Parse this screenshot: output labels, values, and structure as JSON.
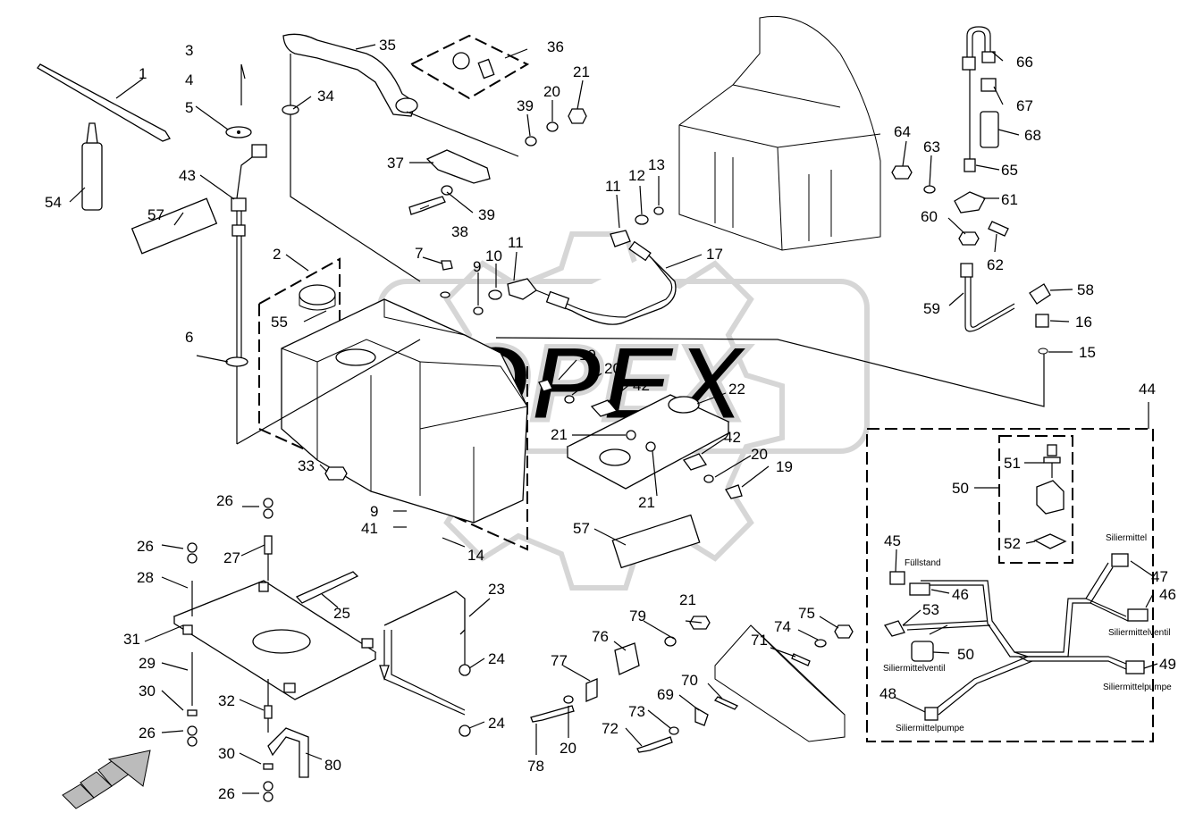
{
  "watermark": "OPEX",
  "callouts": {
    "c1": "1",
    "c2": "2",
    "c3": "3",
    "c4": "4",
    "c5": "5",
    "c6": "6",
    "c7": "7",
    "c9a": "9",
    "c9b": "9",
    "c10": "10",
    "c11a": "11",
    "c11b": "11",
    "c12": "12",
    "c13": "13",
    "c14": "14",
    "c15": "15",
    "c16": "16",
    "c17": "17",
    "c19a": "19",
    "c19b": "19",
    "c20a": "20",
    "c20b": "20",
    "c20c": "20",
    "c20d": "20",
    "c21a": "21",
    "c21b": "21",
    "c21c": "21",
    "c21d": "21",
    "c22": "22",
    "c23": "23",
    "c24a": "24",
    "c24b": "24",
    "c25": "25",
    "c26a": "26",
    "c26b": "26",
    "c26c": "26",
    "c26d": "26",
    "c27": "27",
    "c28": "28",
    "c29": "29",
    "c30a": "30",
    "c30b": "30",
    "c31": "31",
    "c32": "32",
    "c33": "33",
    "c34": "34",
    "c35": "35",
    "c36": "36",
    "c37": "37",
    "c38": "38",
    "c39a": "39",
    "c39b": "39",
    "c41": "41",
    "c42a": "42",
    "c42b": "42",
    "c43": "43",
    "c44": "44",
    "c45": "45",
    "c46a": "46",
    "c46b": "46",
    "c47": "47",
    "c48": "48",
    "c49": "49",
    "c50a": "50",
    "c50b": "50",
    "c51": "51",
    "c52": "52",
    "c53": "53",
    "c54": "54",
    "c55": "55",
    "c57a": "57",
    "c57b": "57",
    "c58": "58",
    "c59": "59",
    "c60": "60",
    "c61": "61",
    "c62": "62",
    "c63": "63",
    "c64": "64",
    "c65": "65",
    "c66": "66",
    "c67": "67",
    "c68": "68",
    "c69": "69",
    "c70": "70",
    "c71": "71",
    "c72": "72",
    "c73": "73",
    "c74": "74",
    "c75": "75",
    "c76": "76",
    "c77": "77",
    "c78": "78",
    "c79": "79",
    "c80": "80"
  },
  "harness_labels": {
    "fuellstand": "Füllstand",
    "siliermittel": "Siliermittel",
    "siliermittelventil_right": "Siliermittelventil",
    "siliermittelventil_left": "Siliermittelventil",
    "siliermittelpumpe_right": "Siliermittelpumpe",
    "siliermittelpumpe_left": "Siliermittelpumpe"
  }
}
